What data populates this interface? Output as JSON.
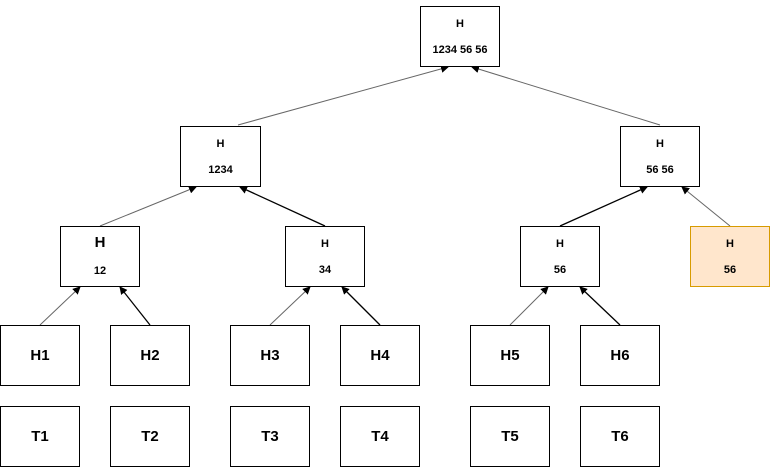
{
  "nodes": {
    "root": {
      "top": "H",
      "bottom": "1234 56 56"
    },
    "h1234": {
      "top": "H",
      "bottom": "1234"
    },
    "h5656": {
      "top": "H",
      "bottom": "56 56"
    },
    "h12": {
      "top": "H",
      "bottom": "12"
    },
    "h34": {
      "top": "H",
      "bottom": "34"
    },
    "h56": {
      "top": "H",
      "bottom": "56"
    },
    "h56dup": {
      "top": "H",
      "bottom": "56"
    }
  },
  "leaf_hashes": [
    "H1",
    "H2",
    "H3",
    "H4",
    "H5",
    "H6"
  ],
  "transactions": [
    "T1",
    "T2",
    "T3",
    "T4",
    "T5",
    "T6"
  ],
  "colors": {
    "highlight_fill": "#ffe6cc",
    "highlight_border": "#d79b00",
    "edge": "#000000"
  }
}
